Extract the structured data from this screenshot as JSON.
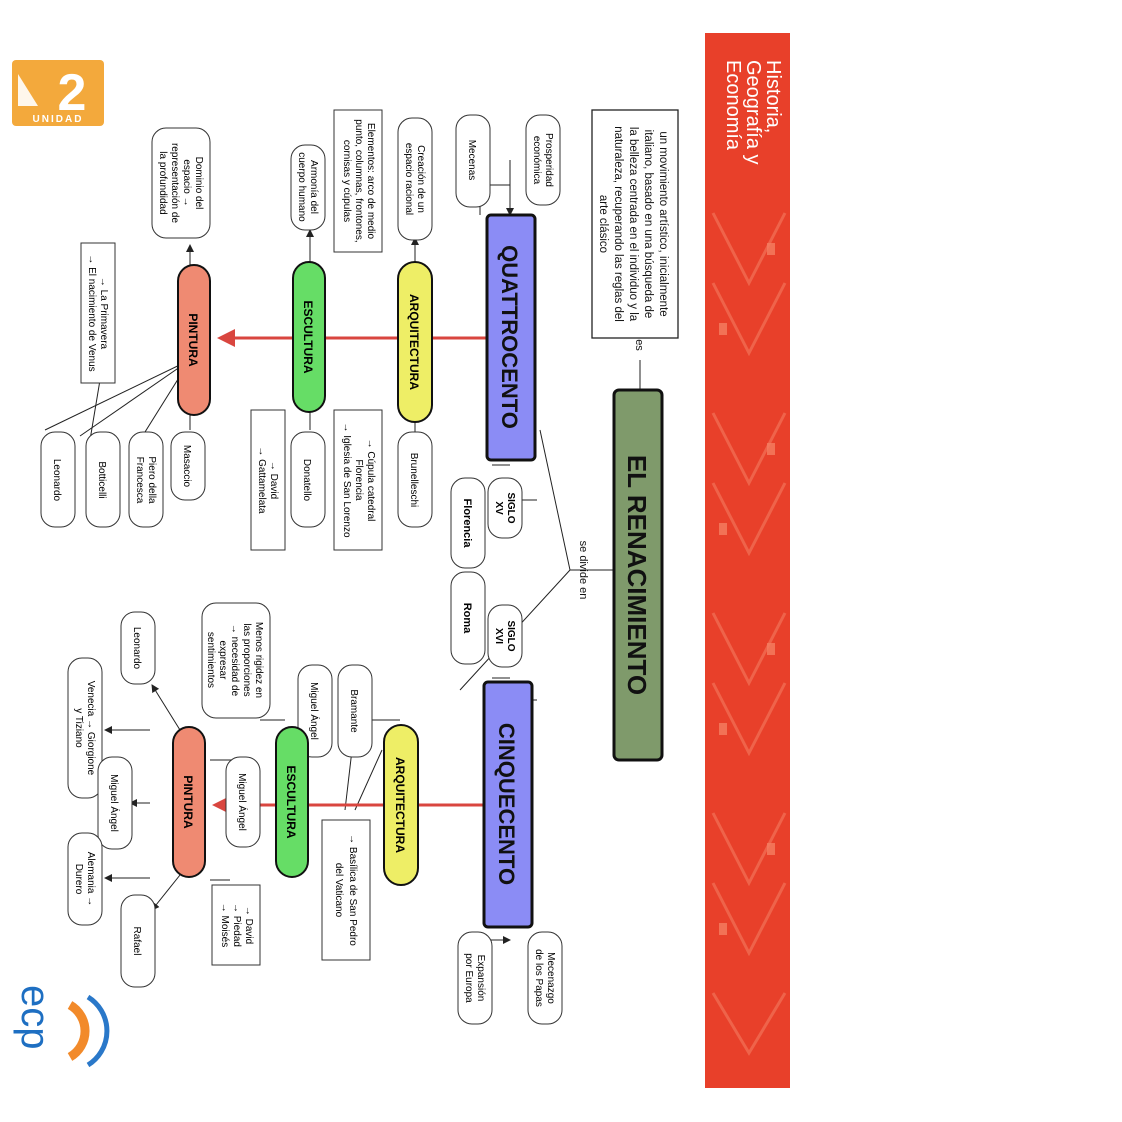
{
  "unit_badge": {
    "number": "2",
    "word": "UNIDAD"
  },
  "banner": {
    "line1": "Historia,",
    "line2": "Geografía y",
    "line3": "Economía",
    "color": "#e8402a"
  },
  "publisher_logo": "ecp",
  "map": {
    "root": "EL RENACIMIENTO",
    "connector_es": "es",
    "connector_divide": "se divide en",
    "definition": [
      "un movimiento artístico, inicialmente",
      "italiano, basado en una búsqueda de",
      "la belleza centrada en el individuo y la",
      "naturaleza, recuperando las reglas del",
      "arte clásico"
    ],
    "quattrocento": {
      "title": "QUATTROCENTO",
      "century": [
        "SIGLO",
        "XV"
      ],
      "city": "Florencia",
      "context": [
        [
          "Prosperidad",
          "económica"
        ],
        [
          "Mecenas"
        ]
      ],
      "arquitectura": "ARQUITECTURA",
      "arq_feature1": [
        "Creación de un",
        "espacio racional"
      ],
      "arq_feature2": [
        "Elementos: arco de medio",
        "punto, columnas, frontones,",
        "cornisas y cúpulas"
      ],
      "arq_artist": "Brunelleschi",
      "arq_works": [
        "→ Cúpula catedral",
        "Florencia",
        "→ Iglesia de San Lorenzo"
      ],
      "escultura": "ESCULTURA",
      "esc_feature": [
        "Armonía del",
        "cuerpo humano"
      ],
      "esc_artist": "Donatello",
      "esc_works": [
        "→ David",
        "→ Gattamelata"
      ],
      "pintura": "PINTURA",
      "pin_feature": [
        "Dominio del",
        "espacio →",
        "representación de",
        "la profundidad"
      ],
      "pin_works": [
        "→ La Primavera",
        "→ El nacimiento de Venus"
      ],
      "pin_artists": [
        "Masaccio",
        [
          "Piero della",
          "Francesca"
        ],
        "Botticelli",
        "Leonardo"
      ]
    },
    "cinquecento": {
      "title": "CINQUECENTO",
      "century": [
        "SIGLO",
        "XVI"
      ],
      "city": "Roma",
      "context": [
        [
          "Mecenazgo",
          "de los Papas"
        ],
        [
          "Expansión",
          "por Europa"
        ]
      ],
      "arquitectura": "ARQUITECTURA",
      "arq_artists": [
        "Bramante",
        "Miguel Ángel"
      ],
      "arq_works": [
        "→ Basílica de San Pedro",
        "del Vaticano"
      ],
      "escultura": "ESCULTURA",
      "esc_feature": [
        "Menos rigidez en",
        "las proporciones",
        "→ necesidad de",
        "expresar",
        "sentimientos"
      ],
      "esc_artist": "Miguel Ángel",
      "esc_works": [
        "→ David",
        "→ Piedad",
        "→ Moisés"
      ],
      "pintura": "PINTURA",
      "pin_artists": [
        "Leonardo",
        [
          "Venecia → Giorgione",
          "y Tiziano"
        ],
        "Miguel Ángel",
        [
          "Alemania →",
          "Durero"
        ],
        "Rafael"
      ]
    }
  },
  "colors": {
    "root": "#7f9a6b",
    "period": "#8b8cf5",
    "arquitectura": "#eeee66",
    "escultura": "#66dd66",
    "pintura": "#ef8a72",
    "red_arrow": "#d9463f"
  }
}
